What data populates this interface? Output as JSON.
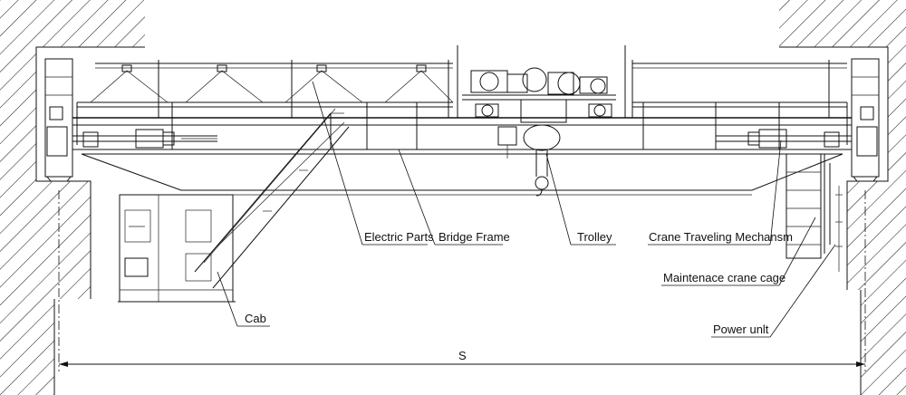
{
  "diagram": {
    "labels": {
      "electric_parts": "Electric Parts",
      "bridge_frame": "Bridge Frame",
      "trolley": "Trolley",
      "crane_traveling_mechanism": "Crane Traveling Mechansm",
      "maintenance_crane_cage": "Maintenace crane cage",
      "cab": "Cab",
      "power_unit": "Power unlt",
      "span": "S"
    },
    "colors": {
      "line": "#111111",
      "background": "#ffffff"
    }
  }
}
